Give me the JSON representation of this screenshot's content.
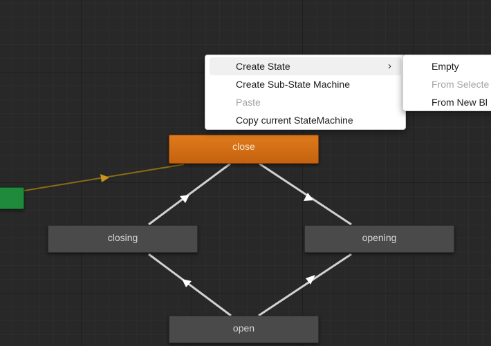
{
  "states": {
    "close": "close",
    "closing": "closing",
    "opening": "opening",
    "open": "open"
  },
  "context_menu": {
    "items": [
      {
        "label": "Create State"
      },
      {
        "label": "Create Sub-State Machine"
      },
      {
        "label": "Paste"
      },
      {
        "label": "Copy current StateMachine"
      }
    ]
  },
  "submenu": {
    "items": [
      {
        "label": "Empty"
      },
      {
        "label": "From Selecte"
      },
      {
        "label": "From New Bl"
      }
    ]
  },
  "colors": {
    "canvas": "#282828",
    "state_node": "#4a4a4a",
    "default_state": "#d36e16",
    "entry_node": "#1f8a3b",
    "default_transition": "#8a6a16",
    "transition": "#d2d2d2"
  }
}
